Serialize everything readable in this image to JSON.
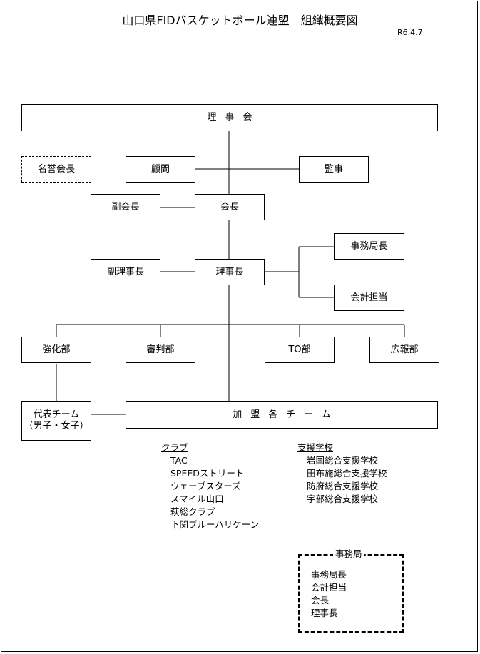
{
  "title": "山口県FIDバスケットボール連盟　組織概要図",
  "date": "R6.4.7",
  "nodes": {
    "board": "理事会",
    "honorary_president": "名誉会長",
    "advisor": "顧問",
    "auditor": "監事",
    "vice_president": "副会長",
    "president": "会長",
    "secretary_general": "事務局長",
    "vice_chairman": "副理事長",
    "chairman": "理事長",
    "accountant": "会計担当",
    "strengthening": "強化部",
    "referee": "審判部",
    "to": "TO部",
    "pr": "広報部",
    "national_team_line1": "代表チーム",
    "national_team_line2": "（男子・女子）",
    "member_teams": "加盟各チーム"
  },
  "clubs": {
    "heading": "クラブ",
    "items": [
      "TAC",
      "SPEEDストリート",
      "ウェーブスターズ",
      "スマイル山口",
      "萩総クラブ",
      "下関ブルーハリケーン"
    ]
  },
  "schools": {
    "heading": "支援学校",
    "items": [
      "岩国総合支援学校",
      "田布施総合支援学校",
      "防府総合支援学校",
      "宇部総合支援学校"
    ]
  },
  "office": {
    "title": "事務局",
    "items": [
      "事務局長",
      "会計担当",
      "会長",
      "理事長"
    ]
  }
}
